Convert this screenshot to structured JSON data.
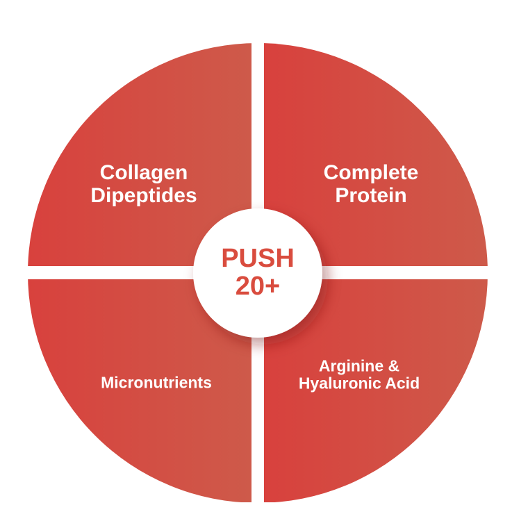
{
  "center": {
    "line1": "PUSH",
    "line2": "20+"
  },
  "quadrants": [
    {
      "line1": "Collagen",
      "line2": "Dipeptides"
    },
    {
      "line1": "Complete",
      "line2": "Protein"
    },
    {
      "line1": "Micronutrients"
    },
    {
      "line1": "Arginine &",
      "line2": "Hyaluronic Acid"
    }
  ],
  "colors": {
    "left": "#d8413d",
    "right": "#ce5a4a",
    "center_text": "#d94c3e"
  }
}
